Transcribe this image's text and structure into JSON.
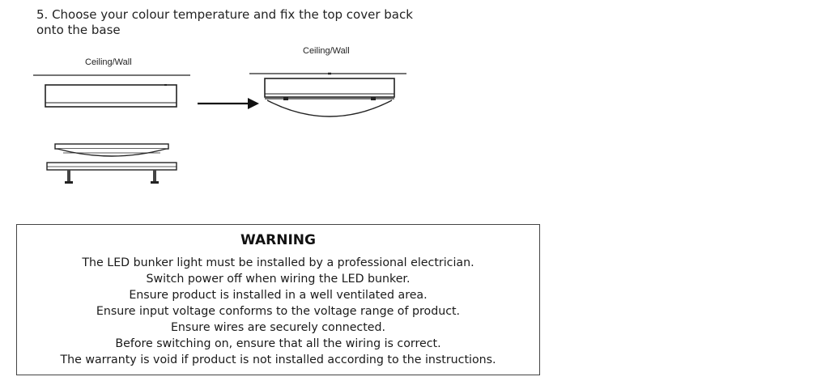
{
  "step": {
    "title": "5. Choose your colour temperature and fix the top cover back onto the base"
  },
  "diagram": {
    "left_label": "Ceiling/Wall",
    "right_label": "Ceiling/Wall",
    "icons": [
      "light-base-unit",
      "top-cover-diffuser",
      "mounting-base-with-screws",
      "right-arrow",
      "assembled-light"
    ]
  },
  "warning": {
    "title": "WARNING",
    "lines": [
      "The LED bunker light must be installed by a professional electrician.",
      "Switch power off when wiring the LED bunker.",
      "Ensure product is installed in a well ventilated area.",
      "Ensure input voltage conforms to the voltage range of product.",
      "Ensure wires are securely connected.",
      "Before switching on, ensure that all the wiring is correct.",
      "The warranty is void if product is not installed according to the instructions."
    ]
  }
}
